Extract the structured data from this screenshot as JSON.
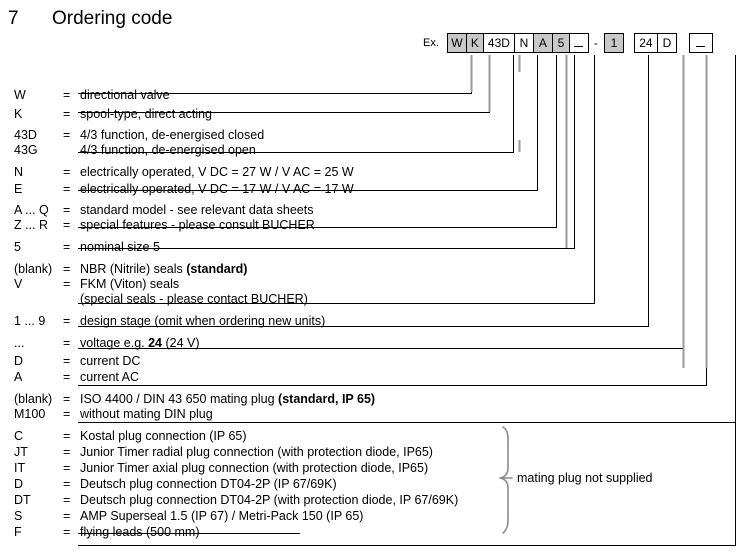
{
  "title": {
    "number": "7",
    "text": "Ordering code"
  },
  "example": {
    "label": "Ex.",
    "boxes": [
      {
        "value": "W",
        "shaded": true,
        "width": "w19"
      },
      {
        "value": "K",
        "shaded": true,
        "width": "w17"
      },
      {
        "value": "43D",
        "shaded": false,
        "width": "w31"
      },
      {
        "value": "N",
        "shaded": false,
        "width": "w19"
      },
      {
        "value": "A",
        "shaded": true,
        "width": "w19"
      },
      {
        "value": "5",
        "shaded": true,
        "width": "w17"
      },
      {
        "value": "_",
        "shaded": false,
        "width": "w19"
      }
    ],
    "separator": "-",
    "boxes2": [
      {
        "value": "1",
        "shaded": true,
        "width": "w19"
      }
    ],
    "boxes3": [
      {
        "value": "24",
        "shaded": false,
        "width": "w23"
      },
      {
        "value": "D",
        "shaded": false,
        "width": "w19"
      }
    ],
    "boxes4": [
      {
        "value": "_",
        "shaded": false,
        "width": "w23"
      }
    ]
  },
  "legend": [
    {
      "code": "W",
      "eq": "=",
      "text": "directional valve"
    },
    {
      "code": "K",
      "eq": "=",
      "text": "spool-type, direct acting"
    },
    {
      "code": "43D",
      "eq": "=",
      "text": "4/3 function, de-energised closed"
    },
    {
      "code": "43G",
      "eq": "",
      "text": "4/3 function, de-energised open"
    },
    {
      "code": "N",
      "eq": "=",
      "text": "electrically operated, V DC = 27  W  /  V AC = 25  W"
    },
    {
      "code": "E",
      "eq": "=",
      "text": "electrically operated, V DC = 17  W  /  V AC = 17  W"
    },
    {
      "code": "A ... Q",
      "eq": "=",
      "text": "standard model - see relevant data sheets"
    },
    {
      "code": "Z ... R",
      "eq": "=",
      "text": "special features - please consult BUCHER"
    },
    {
      "code": "5",
      "eq": "=",
      "text": "nominal size 5"
    },
    {
      "code": "(blank)",
      "eq": "=",
      "text_html": "NBR (Nitrile) seals  <b>(standard)</b>"
    },
    {
      "code": "V",
      "eq": "=",
      "text": "FKM (Viton) seals"
    },
    {
      "code": "",
      "eq": "",
      "text": "(special seals - please contact BUCHER)"
    },
    {
      "code": "1 ... 9",
      "eq": "=",
      "text": "design stage (omit when ordering new units)"
    },
    {
      "code": "...",
      "eq": "=",
      "text_html": "voltage e.g. <b>24</b> (24 V)"
    },
    {
      "code": "D",
      "eq": "=",
      "text": "current  DC"
    },
    {
      "code": "A",
      "eq": "=",
      "text": "current  AC"
    },
    {
      "code": "(blank)",
      "eq": "=",
      "text_html": "ISO 4400 / DIN 43 650 mating plug <b>(standard, IP 65)</b>"
    },
    {
      "code": "M100",
      "eq": "=",
      "text": "without mating DIN plug"
    },
    {
      "code": "C",
      "eq": "=",
      "text": "Kostal plug connection (IP 65)"
    },
    {
      "code": "JT",
      "eq": "=",
      "text": "Junior Timer radial plug connection (with protection diode, IP65)"
    },
    {
      "code": "IT",
      "eq": "=",
      "text": "Junior Timer axial plug connection (with protection diode, IP65)"
    },
    {
      "code": "D",
      "eq": "=",
      "text": "Deutsch plug connection DT04-2P (IP 67/69K)"
    },
    {
      "code": "DT",
      "eq": "=",
      "text": "Deutsch plug connection DT04-2P (with protection diode, IP 67/69K)"
    },
    {
      "code": "S",
      "eq": "=",
      "text": "AMP Superseal 1.5 (IP 67) / Metri-Pack 150 (IP 65)"
    },
    {
      "code": "F",
      "eq": "=",
      "text": "flying leads (500 mm)"
    }
  ],
  "brace_note": "mating plug not supplied",
  "colors": {
    "shaded_box": "#c8c8c8",
    "line": "#000000",
    "brace": "#808080"
  }
}
